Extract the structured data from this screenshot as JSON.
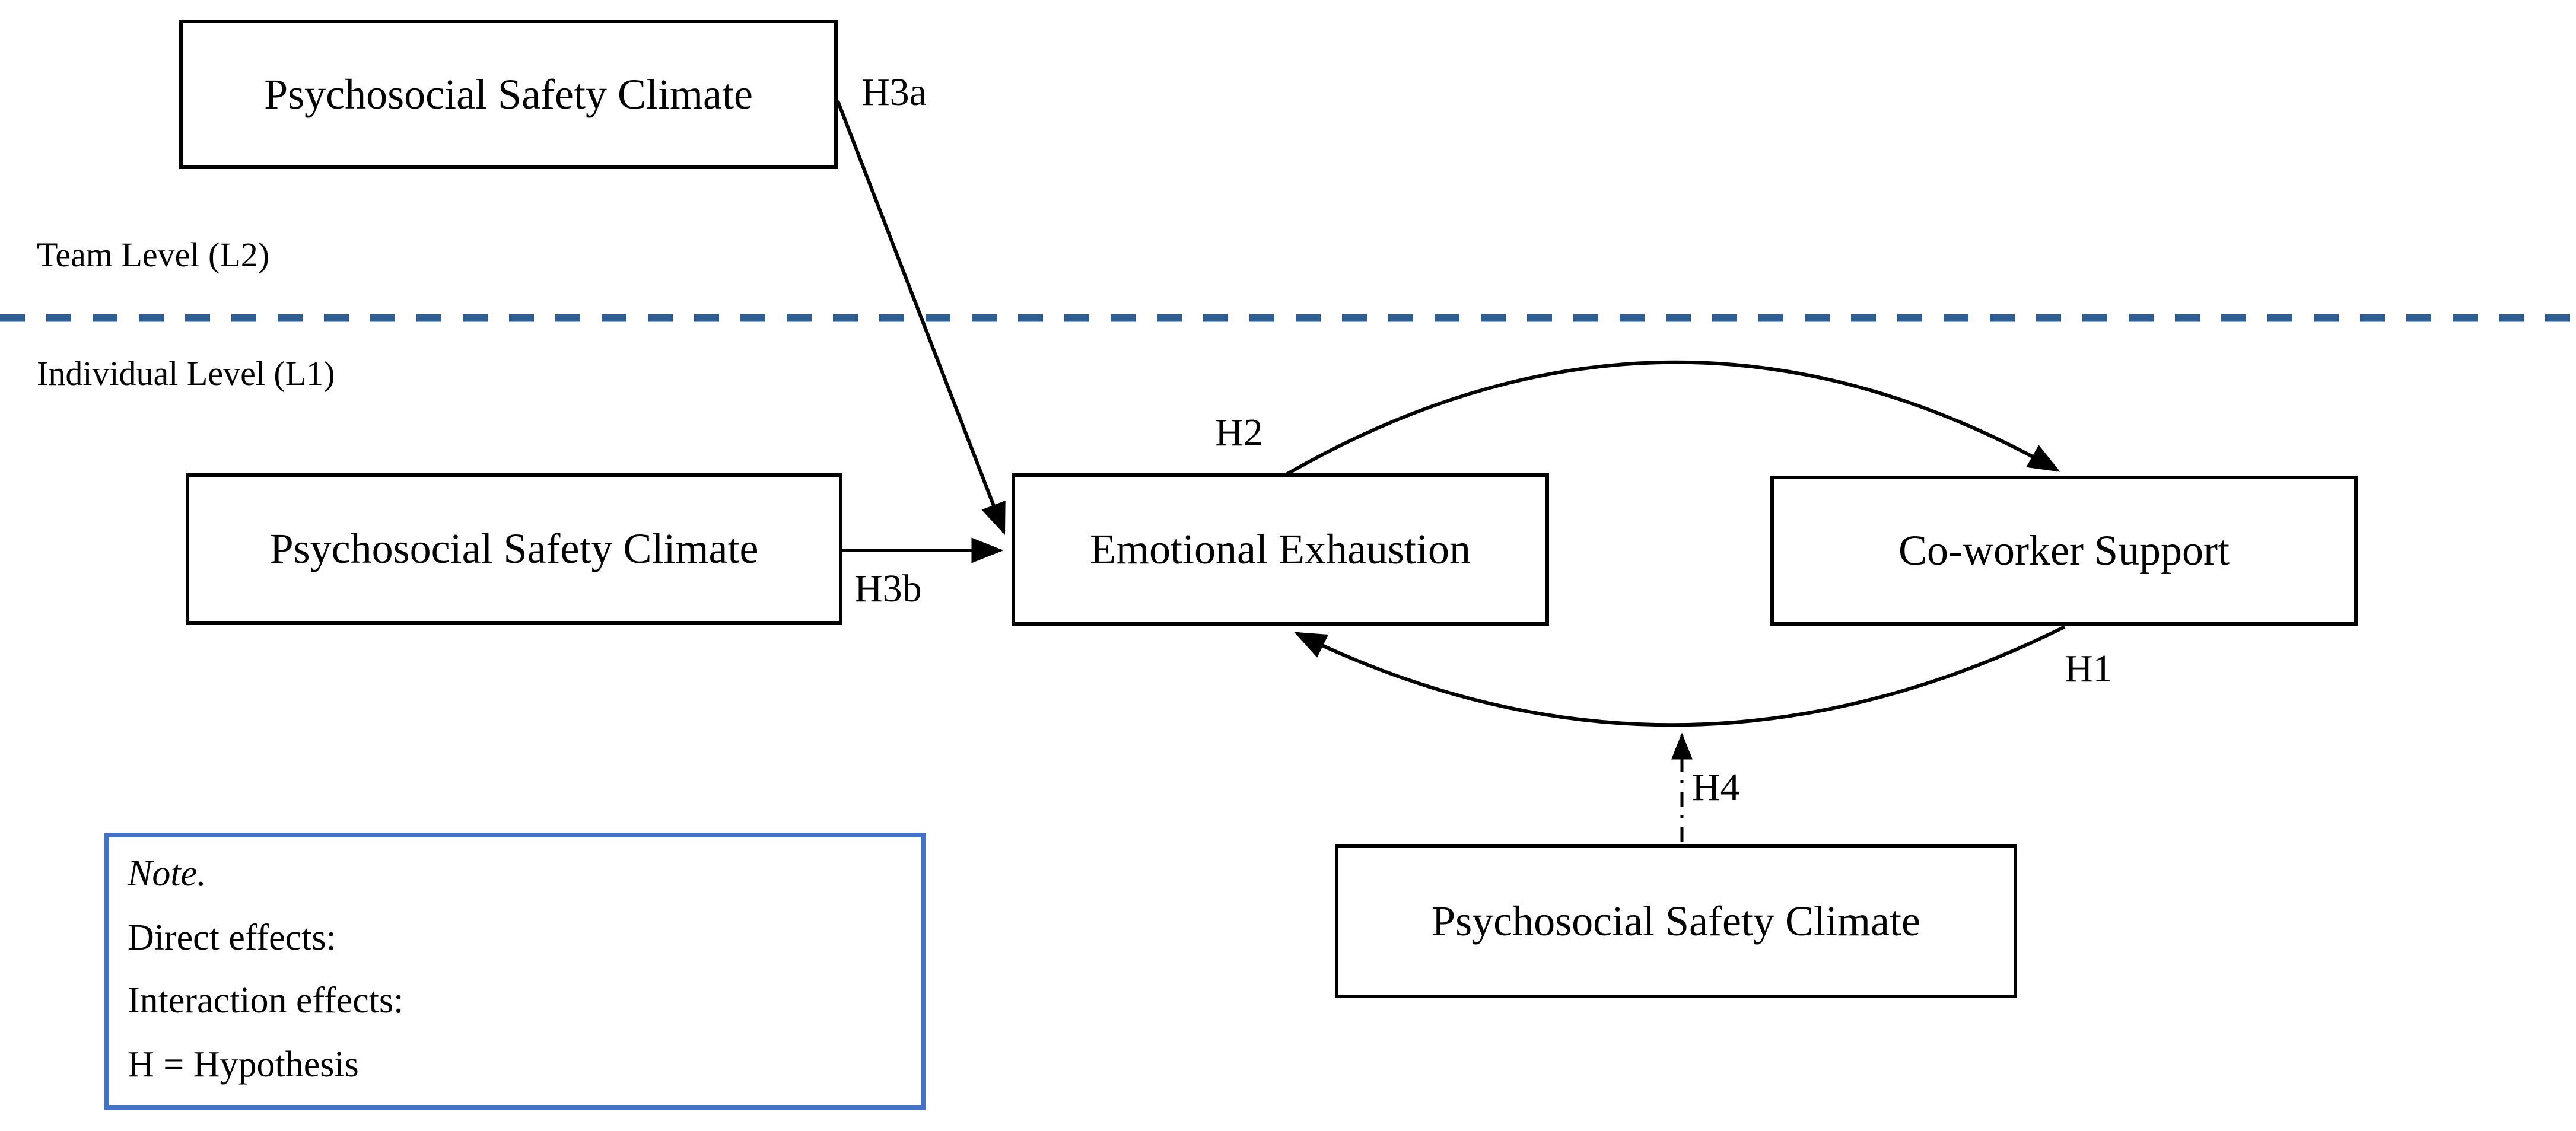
{
  "diagram": {
    "levels": {
      "team": "Team Level (L2)",
      "individual": "Individual Level (L1)"
    },
    "boxes": {
      "team_psc": "Psychosocial Safety Climate",
      "individual_psc": "Psychosocial Safety Climate",
      "emotional_exhaustion": "Emotional Exhaustion",
      "coworker_support": "Co-worker Support",
      "moderator_psc": "Psychosocial Safety Climate"
    },
    "hypotheses": {
      "h1": "H1",
      "h2": "H2",
      "h3a": "H3a",
      "h3b": "H3b",
      "h4": "H4"
    },
    "legend": {
      "note": "Note.",
      "direct_label": "Direct effects:",
      "interaction_label": "Interaction effects:",
      "hypothesis_definition": "H = Hypothesis"
    },
    "colors": {
      "line": "#000000",
      "level_divider": "#2E5E92",
      "legend_border": "#4472C4",
      "background": "#FFFFFF"
    }
  }
}
